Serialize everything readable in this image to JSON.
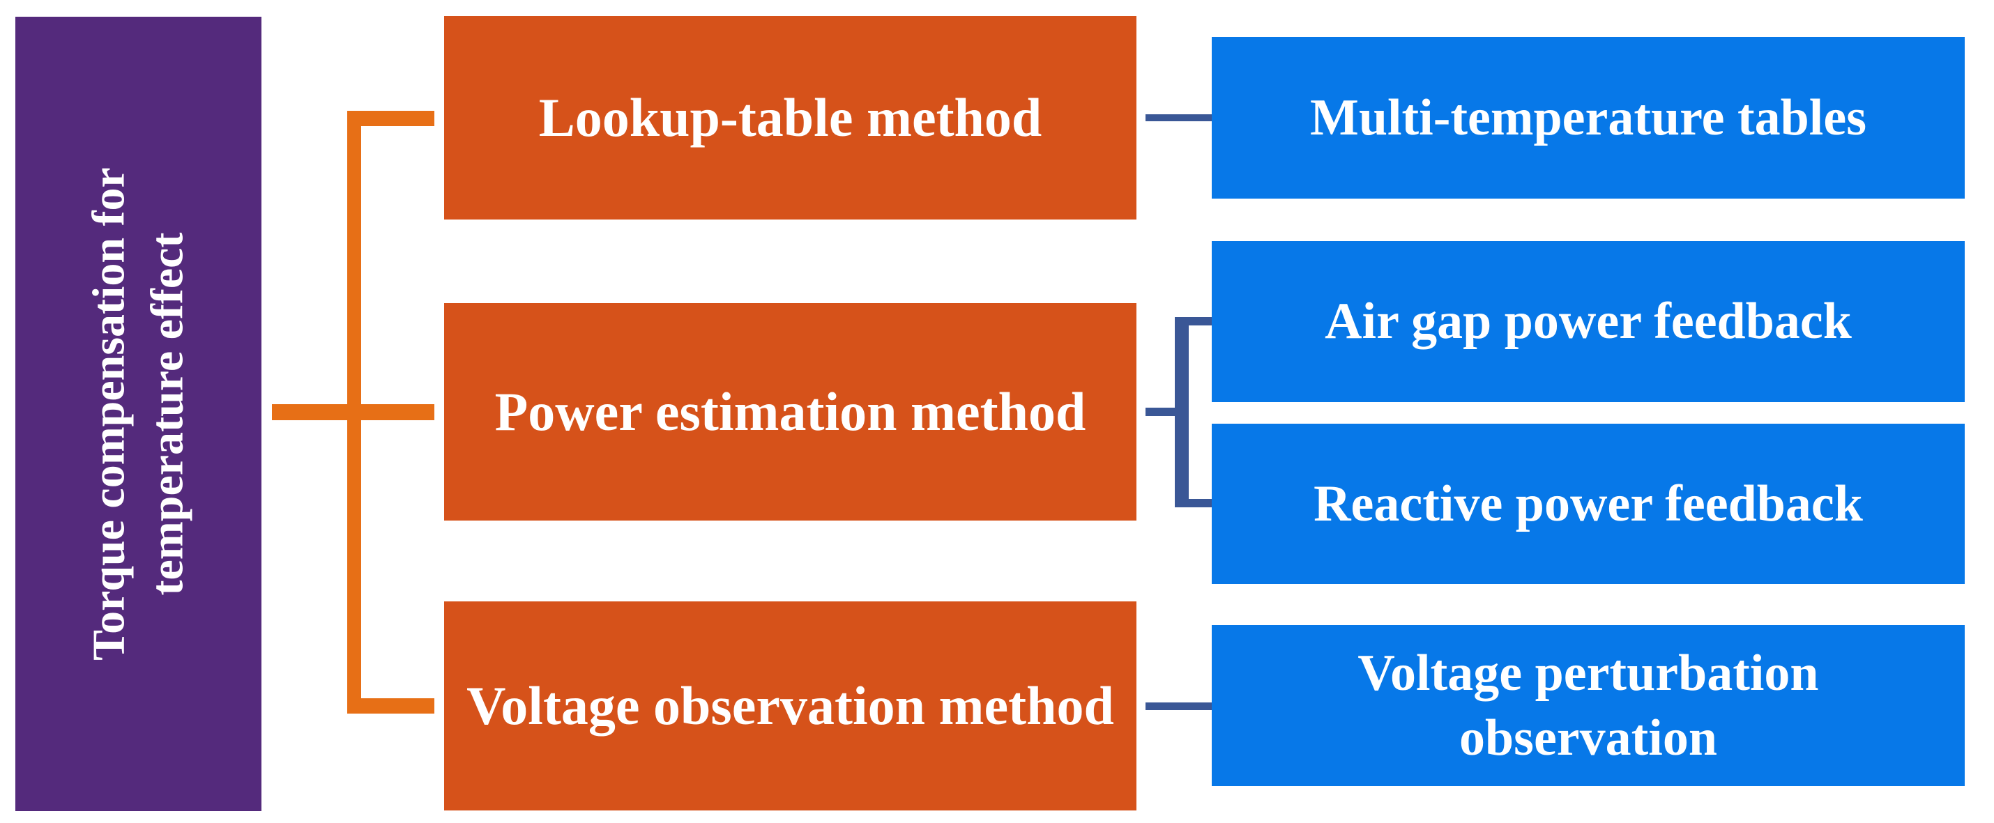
{
  "diagram": {
    "type": "hierarchy-diagram",
    "direction": "left-to-right",
    "root": {
      "label": "Torque compensation for temperature effect"
    },
    "branches": [
      {
        "label": "Lookup-table method"
      },
      {
        "label": "Power estimation method"
      },
      {
        "label": "Voltage observation method"
      }
    ],
    "leaves": [
      {
        "label": "Multi-temperature tables",
        "parent": "Lookup-table method"
      },
      {
        "label": "Air gap power feedback",
        "parent": "Power estimation method"
      },
      {
        "label": "Reactive power feedback",
        "parent": "Power estimation method"
      },
      {
        "label": "Voltage perturbation observation",
        "parent": "Voltage observation method"
      }
    ],
    "colors": {
      "root_fill": "#542A7C",
      "branch_fill": "#D6521A",
      "leaf_fill": "#0778E8",
      "connector_orange": "#E76F16",
      "connector_blue": "#3A5796",
      "text": "#FFFFFF",
      "background": "#FFFFFF"
    }
  }
}
